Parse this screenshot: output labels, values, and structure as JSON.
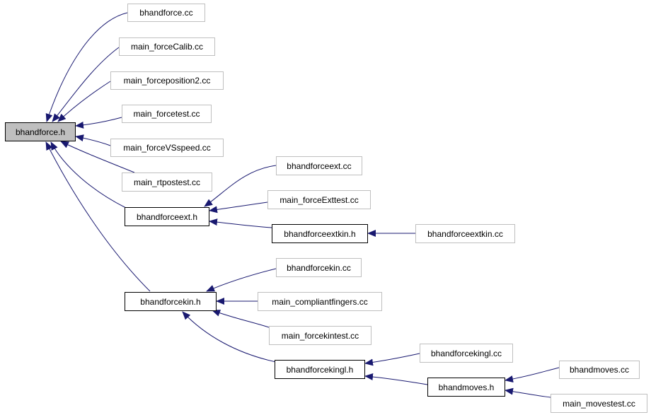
{
  "colors": {
    "edge": "#191970",
    "root_fill": "#bfbfbf",
    "file_border": "#bfbfbf",
    "header_border": "#000000"
  },
  "nodes": {
    "root": {
      "label": "bhandforce.h"
    },
    "bhandforce_cc": {
      "label": "bhandforce.cc"
    },
    "main_forceCalib_cc": {
      "label": "main_forceCalib.cc"
    },
    "main_forceposition2_cc": {
      "label": "main_forceposition2.cc"
    },
    "main_forcetest_cc": {
      "label": "main_forcetest.cc"
    },
    "main_forceVSspeed_cc": {
      "label": "main_forceVSspeed.cc"
    },
    "main_rtpostest_cc": {
      "label": "main_rtpostest.cc"
    },
    "bhandforceext_h": {
      "label": "bhandforceext.h"
    },
    "bhandforceext_cc": {
      "label": "bhandforceext.cc"
    },
    "main_forceExttest_cc": {
      "label": "main_forceExttest.cc"
    },
    "bhandforceextkin_h": {
      "label": "bhandforceextkin.h"
    },
    "bhandforceextkin_cc": {
      "label": "bhandforceextkin.cc"
    },
    "bhandforcekin_h": {
      "label": "bhandforcekin.h"
    },
    "bhandforcekin_cc": {
      "label": "bhandforcekin.cc"
    },
    "main_compliantfingers_cc": {
      "label": "main_compliantfingers.cc"
    },
    "main_forcekintest_cc": {
      "label": "main_forcekintest.cc"
    },
    "bhandforcekingl_h": {
      "label": "bhandforcekingl.h"
    },
    "bhandforcekingl_cc": {
      "label": "bhandforcekingl.cc"
    },
    "bhandmoves_h": {
      "label": "bhandmoves.h"
    },
    "bhandmoves_cc": {
      "label": "bhandmoves.cc"
    },
    "main_movestest_cc": {
      "label": "main_movestest.cc"
    }
  }
}
